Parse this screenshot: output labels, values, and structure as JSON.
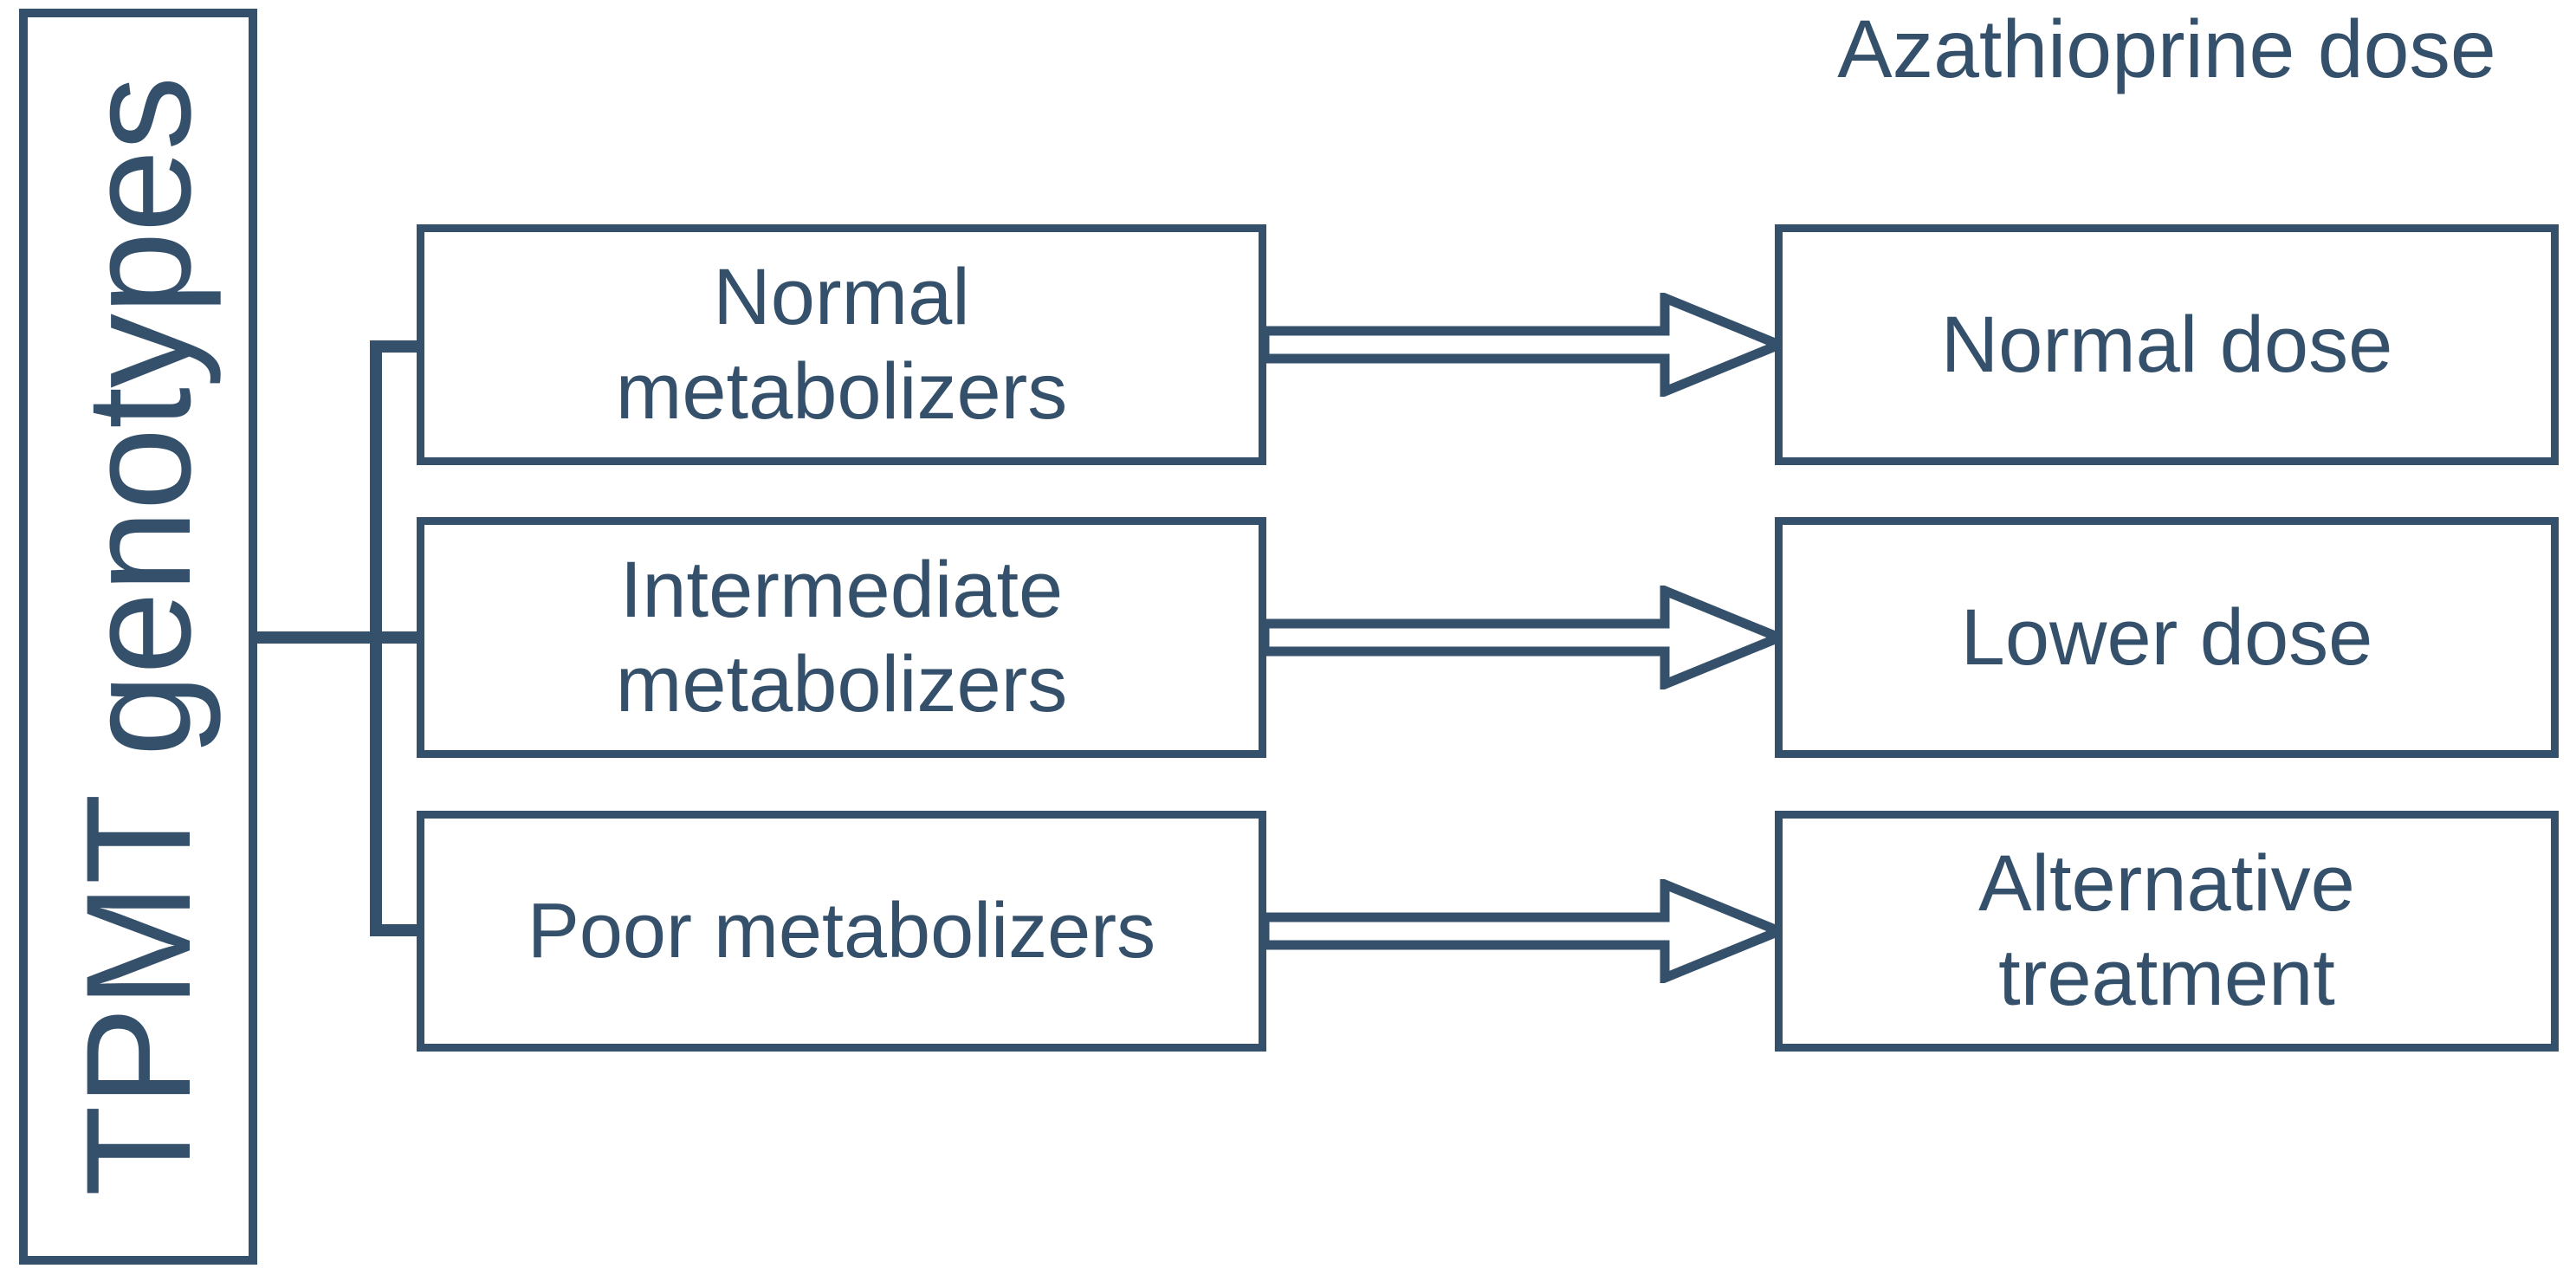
{
  "diagram": {
    "type": "flowchart",
    "orientation": "left-to-right",
    "accent_color": "#35506b",
    "background_color": "#ffffff",
    "group_label": "TPMT genotypes",
    "column_header": "Azathioprine dose",
    "rows": [
      {
        "id": "normal",
        "phenotype": "Normal\nmetabolizers",
        "phenotype_plain": "Normal metabolizers",
        "recommendation": "Normal dose",
        "arrow": "hollow-block-arrow-right"
      },
      {
        "id": "intermediate",
        "phenotype": "Intermediate\nmetabolizers",
        "phenotype_plain": "Intermediate metabolizers",
        "recommendation": "Lower dose",
        "arrow": "hollow-block-arrow-right"
      },
      {
        "id": "poor",
        "phenotype": "Poor metabolizers",
        "phenotype_plain": "Poor metabolizers",
        "recommendation": "Alternative\ntreatment",
        "arrow": "hollow-block-arrow-right"
      }
    ]
  }
}
